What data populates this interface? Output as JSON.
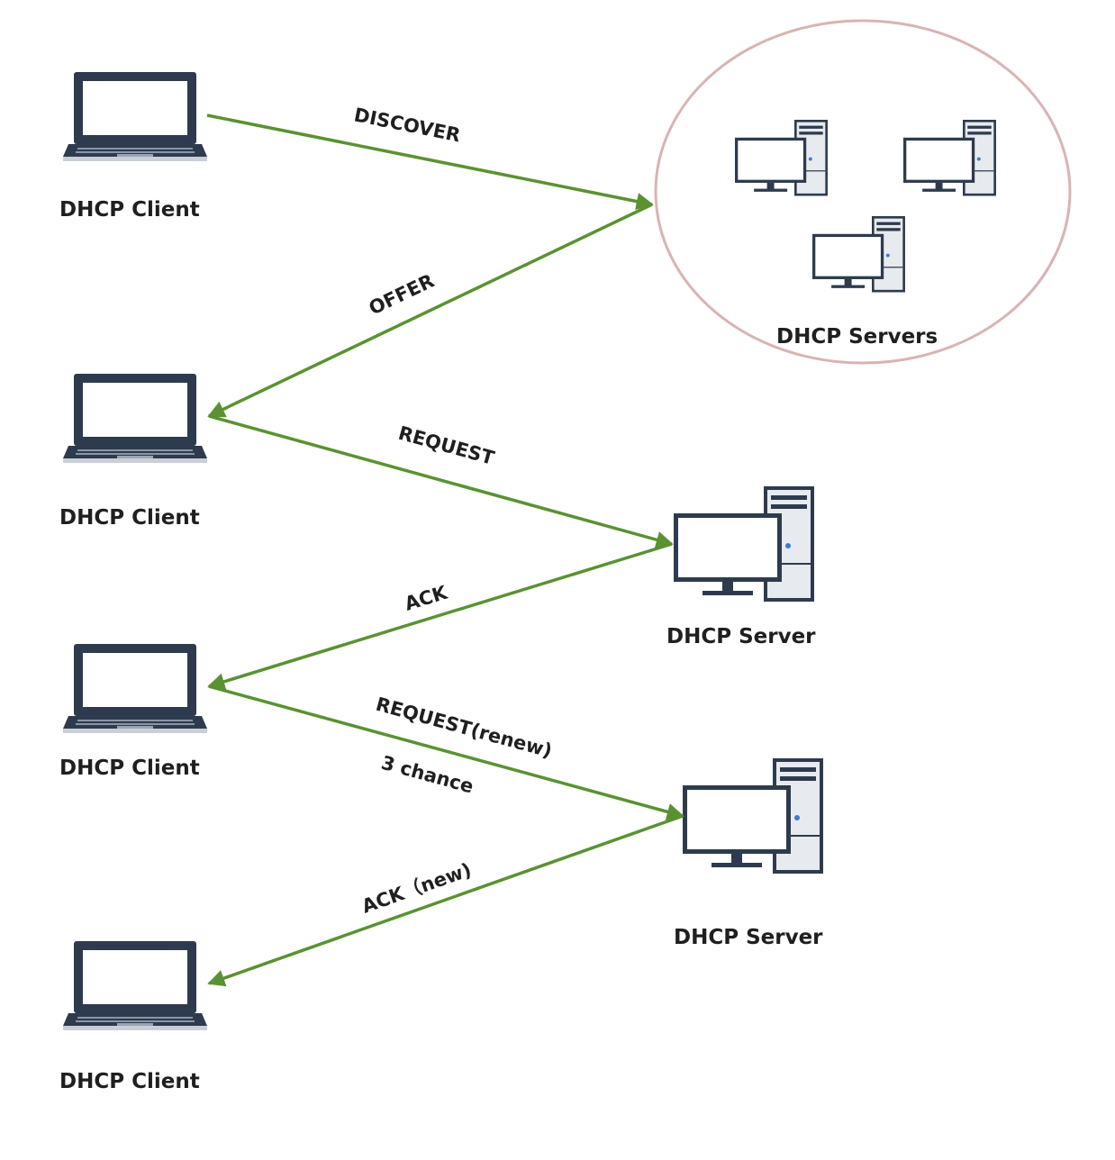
{
  "nodes": {
    "client_1": "DHCP  Client",
    "client_2": "DHCP  Client",
    "client_3": "DHCP  Client",
    "client_4": "DHCP  Client",
    "servers_group": "DHCP  Servers",
    "server_1": "DHCP  Server",
    "server_2": "DHCP  Server"
  },
  "messages": {
    "discover": "DISCOVER",
    "offer": "OFFER",
    "request": "REQUEST",
    "ack": "ACK",
    "request_renew": "REQUEST(renew)",
    "request_renew_note": "3  chance",
    "ack_new": "ACK（new)"
  },
  "colors": {
    "arrow": "#5a9232",
    "servers_group_border": "#d9b3b3",
    "device_frame": "#2e3b4e",
    "device_screen": "#ffffff"
  }
}
